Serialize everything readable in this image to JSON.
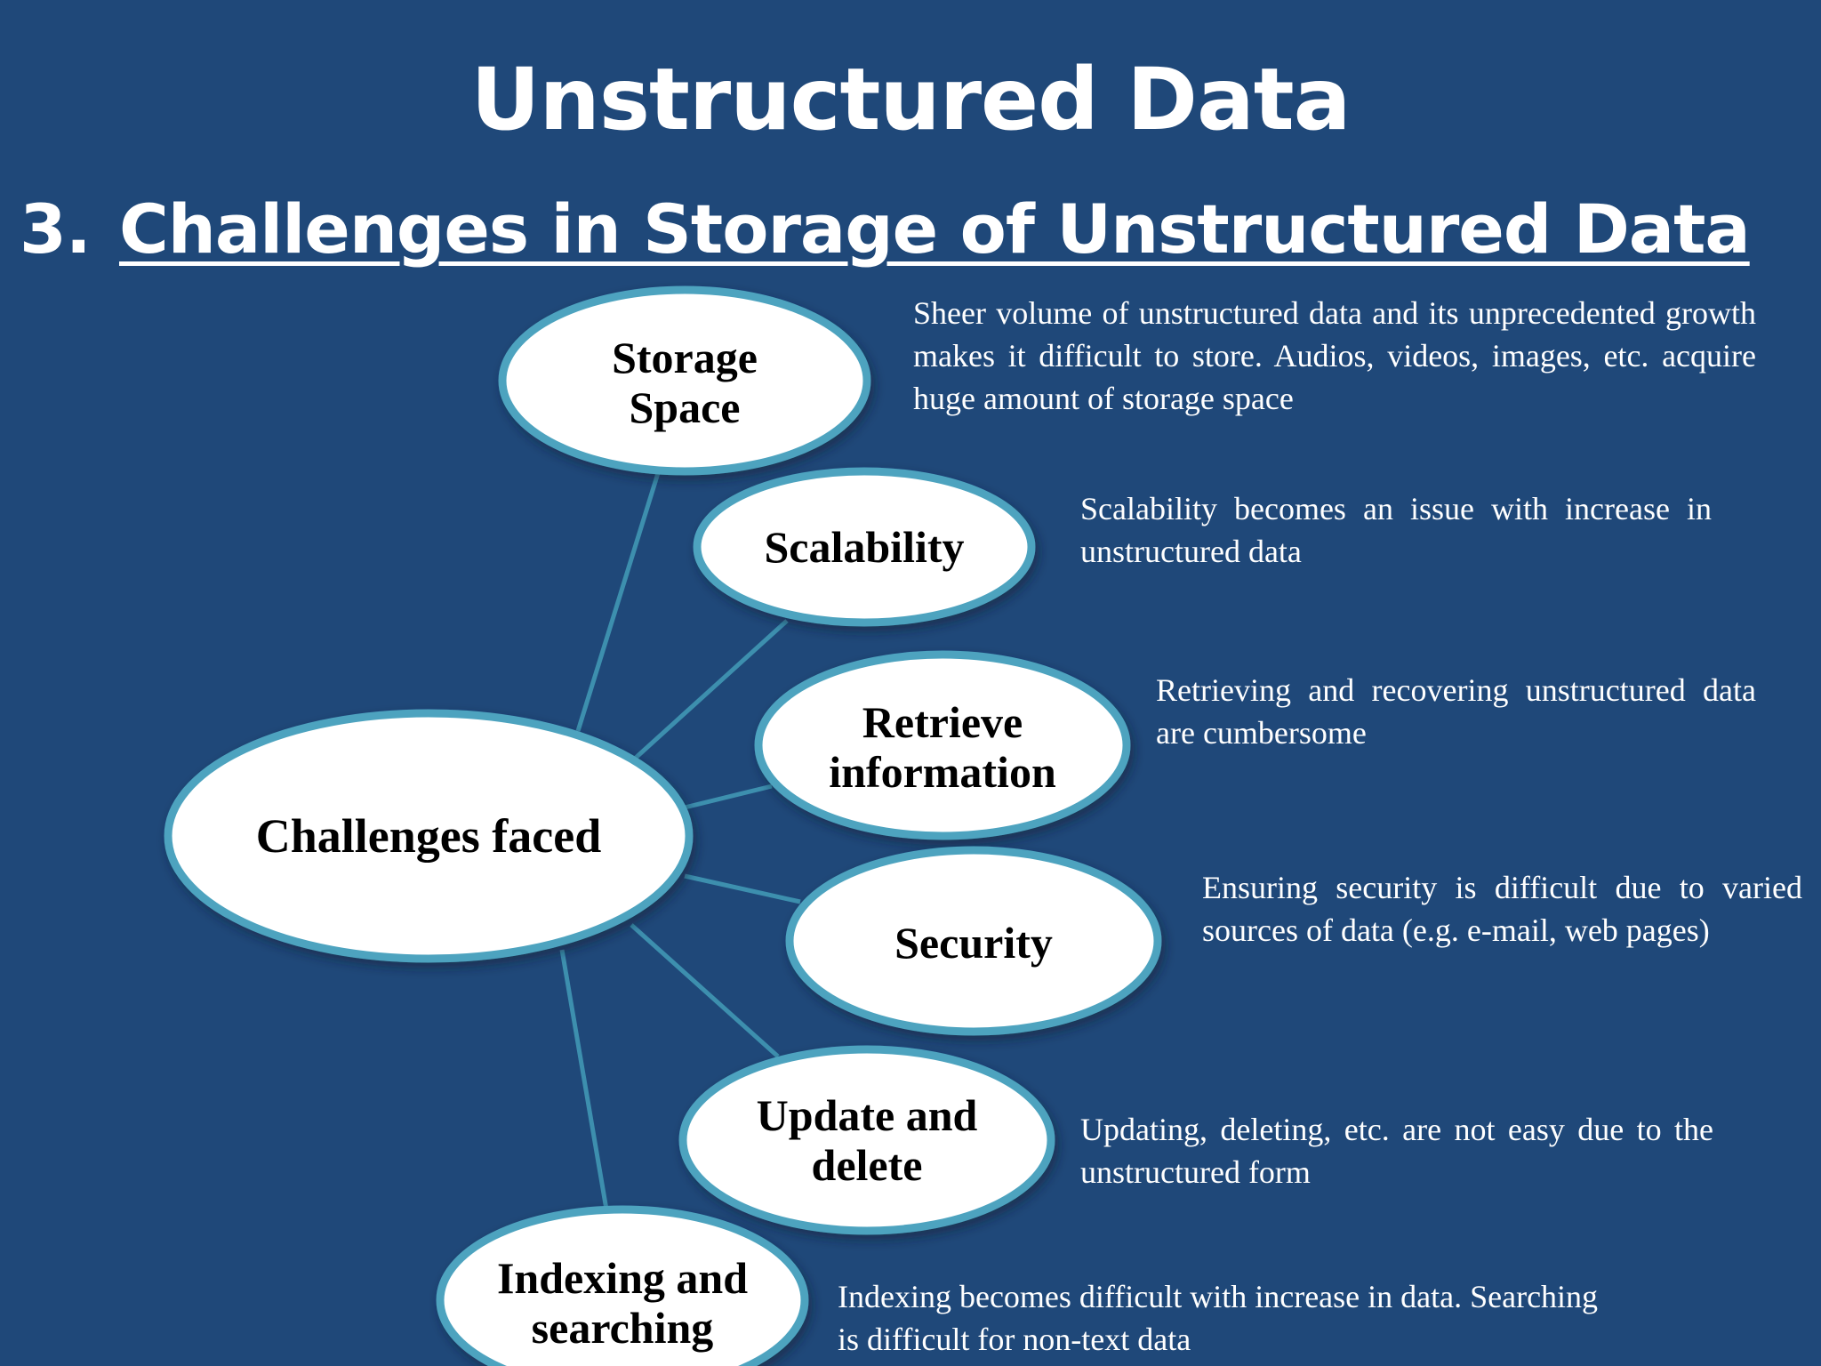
{
  "slide": {
    "title": "Unstructured Data",
    "section_number": "3.",
    "section_heading": "Challenges in Storage of Unstructured Data"
  },
  "diagram": {
    "center": {
      "label": "Challenges faced"
    },
    "branches": [
      {
        "label": "Storage Space",
        "description": "Sheer volume of unstructured data and its unprecedented growth makes it difficult to store. Audios, videos, images, etc. acquire huge amount of storage space"
      },
      {
        "label": "Scalability",
        "description": "Scalability becomes an issue with increase in unstructured data"
      },
      {
        "label": "Retrieve information",
        "description": "Retrieving and recovering unstructured data are cumbersome"
      },
      {
        "label": "Security",
        "description": "Ensuring security is difficult due to varied sources of data  (e.g. e-mail, web pages)"
      },
      {
        "label": "Update and delete",
        "description": "Updating, deleting, etc. are not easy due to the unstructured form"
      },
      {
        "label": "Indexing and searching",
        "description": "Indexing becomes difficult with increase in data. Searching is difficult for non-text data"
      }
    ]
  },
  "colors": {
    "background": "#1f4879",
    "node_fill": "#ffffff",
    "node_border": "#4ea3bf",
    "connector": "#3d8fae",
    "text_light": "#ffffff",
    "text_dark": "#000000"
  }
}
